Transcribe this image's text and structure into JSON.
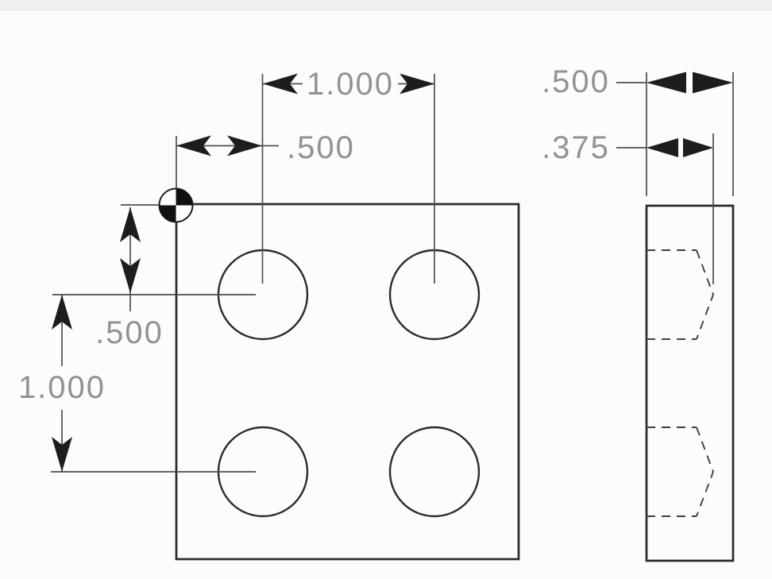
{
  "page": {
    "background": "#fcfcfc",
    "top_strip_color": "#f0eff1"
  },
  "drawing": {
    "outline_color": "#2b2b2b",
    "thin_line_color": "#4f4f4f",
    "arrow_color": "#1d1d1d",
    "text_color": "#929292",
    "front_view": {
      "dimensions": {
        "hole_spacing_horizontal": "1.000",
        "hole_offset_horizontal": ".500",
        "hole_offset_vertical": ".500",
        "hole_spacing_vertical": "1.000"
      }
    },
    "side_view": {
      "dimensions": {
        "thickness": ".500",
        "hole_depth": ".375"
      }
    }
  }
}
